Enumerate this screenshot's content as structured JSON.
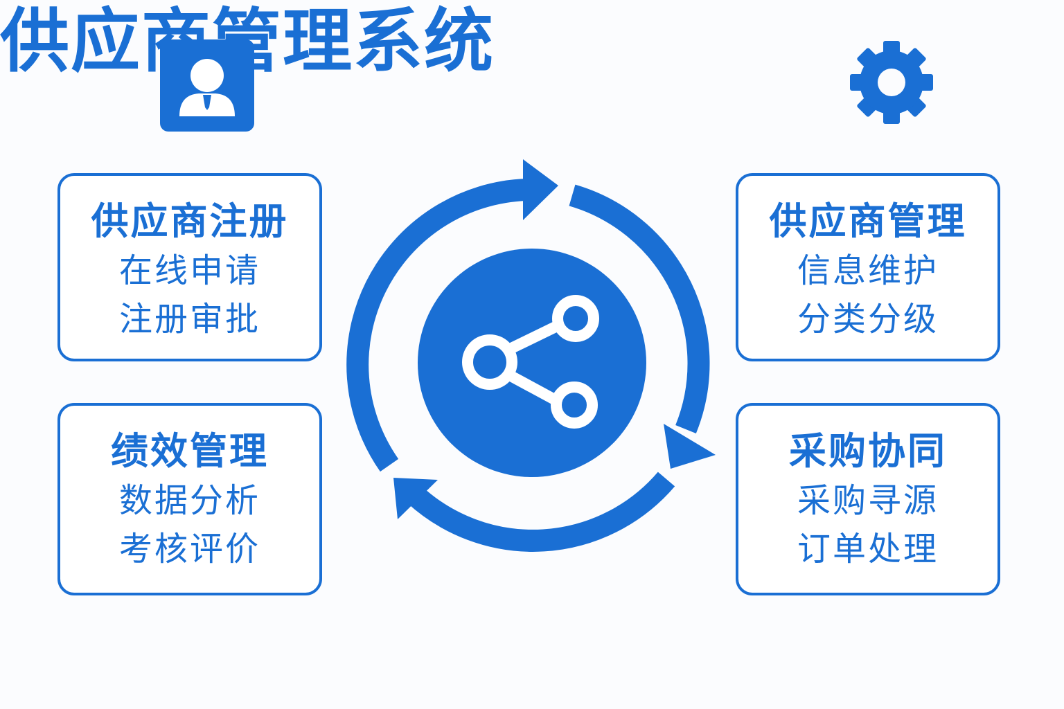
{
  "title": "供应商管理系统",
  "colors": {
    "primary": "#1a6fd4",
    "background": "#fbfcfe"
  },
  "icons": {
    "header_left": "user-badge-icon",
    "header_right": "gear-icon",
    "center": "share-icon",
    "ring": "cycle-arrows-icon"
  },
  "modules": [
    {
      "title": "供应商注册",
      "items": [
        "在线申请",
        "注册审批"
      ]
    },
    {
      "title": "供应商管理",
      "items": [
        "信息维护",
        "分类分级"
      ]
    },
    {
      "title": "绩效管理",
      "items": [
        "数据分析",
        "考核评价"
      ]
    },
    {
      "title": "采购协同",
      "items": [
        "采购寻源",
        "订单处理"
      ]
    }
  ]
}
